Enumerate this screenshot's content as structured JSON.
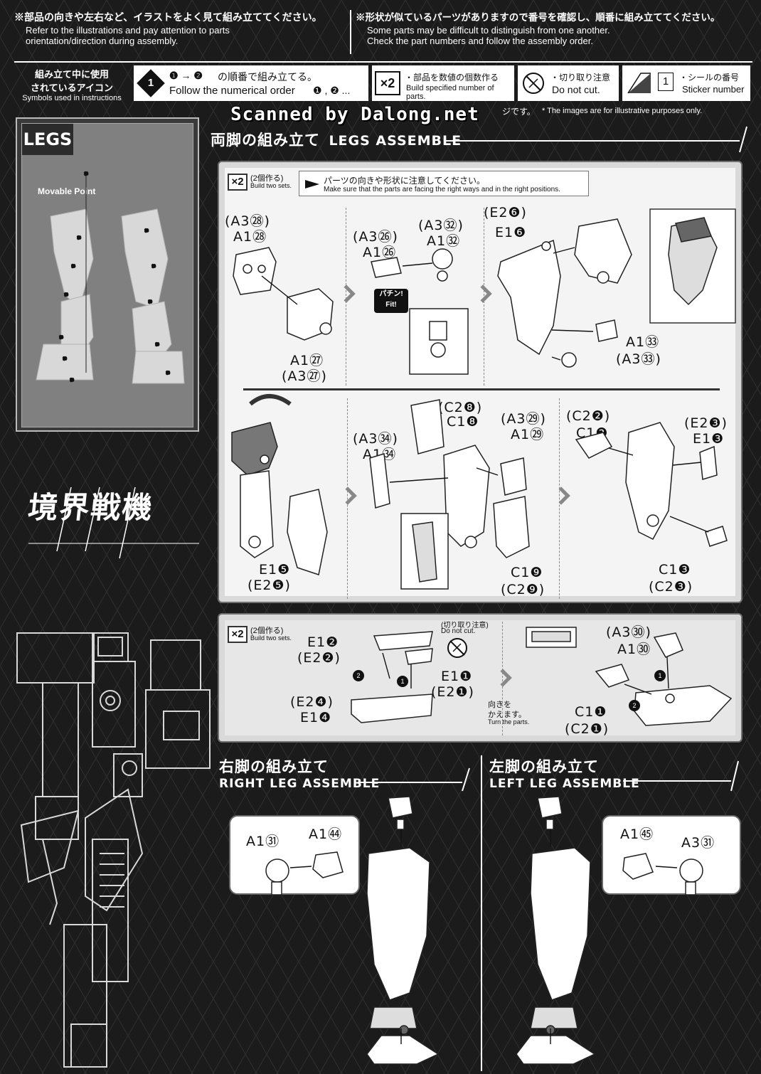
{
  "header": {
    "left_jp": "※部品の向きや左右など、イラストをよく見て組み立ててください。",
    "left_en1": "Refer to the illustrations and pay attention to parts",
    "left_en2": "orientation/direction during assembly.",
    "right_jp": "※形状が似ているパーツがありますので番号を確認し、順番に組み立ててください。",
    "right_en1": "Some parts may be difficult to distinguish from one another.",
    "right_en2": "Check the part numbers and follow the assembly order."
  },
  "symbols": {
    "label_jp1": "組み立て中に使用",
    "label_jp2": "されているアイコン",
    "label_en": "Symbols used in instructions",
    "order_num": "1",
    "order_jp": "の順番で組み立てる。",
    "order_en": "Follow the numerical order",
    "order_seq": "❶ → ❷",
    "order_tail": "❶ , ❷ ...",
    "x2": "×2",
    "x2_jp": "・部品を数値の個数作る",
    "x2_en": "Build specified number of parts.",
    "cut_jp": "・切り取り注意",
    "cut_en": "Do not cut.",
    "sticker_num": "1",
    "sticker_jp": "・シールの番号",
    "sticker_en": "Sticker number"
  },
  "scan": {
    "watermark": "Scanned by Dalong.net",
    "jp_tail": "ジです。",
    "illus_note": "* The images are for illustrative purposes only."
  },
  "legs_panel": {
    "tag": "LEGS",
    "movable": "Movable Point"
  },
  "logo_text": "境界戦機",
  "main_title": {
    "jp": "両脚の組み立て",
    "en": "LEGS ASSEMBLE"
  },
  "step1": {
    "x2": "×2",
    "build_jp": "(2個作る)",
    "build_en": "Build two sets.",
    "note_jp": "パーツの向きや形状に注意してください。",
    "note_en": "Make sure that the parts are facing the right ways and in the right positions.",
    "fit_jp": "パチン!",
    "fit_en": "Fit!",
    "labels": {
      "a3_28": "(A3㉘)",
      "a1_28": "A1㉘",
      "a1_27": "A1㉗",
      "a3_27": "(A3㉗)",
      "a3_26": "(A3㉖)",
      "a1_26": "A1㉖",
      "a3_32": "(A3㉜)",
      "a1_32": "A1㉜",
      "e2_6": "(E2❻)",
      "e1_6": "E1❻",
      "a1_33": "A1㉝",
      "a3_33": "(A3㉝)",
      "c2_8": "(C2❽)",
      "c1_8": "C1❽",
      "a3_29": "(A3㉙)",
      "a1_29": "A1㉙",
      "a3_34": "(A3㉞)",
      "a1_34": "A1㉞",
      "e1_5": "E1❺",
      "e2_5": "(E2❺)",
      "c1_9": "C1❾",
      "c2_9": "(C2❾)",
      "c2_2": "(C2❷)",
      "c1_2": "C1❷",
      "e2_3": "(E2❸)",
      "e1_3": "E1❸",
      "c1_3": "C1❸",
      "c2_3": "(C2❸)"
    }
  },
  "step2": {
    "x2": "×2",
    "build_jp": "(2個作る)",
    "build_en": "Build two sets.",
    "cut_jp": "(切り取り注意)",
    "cut_en": "Do not cut.",
    "turn_jp1": "向きを",
    "turn_jp2": "かえます。",
    "turn_en": "Turn the parts.",
    "labels": {
      "e1_2": "E1❷",
      "e2_2": "(E2❷)",
      "e2_4": "(E2❹)",
      "e1_4": "E1❹",
      "e1_1": "E1❶",
      "e2_1": "(E2❶)",
      "a3_30": "(A3㉚)",
      "a1_30": "A1㉚",
      "c1_1": "C1❶",
      "c2_1": "(C2❶)"
    }
  },
  "right_leg": {
    "jp": "右脚の組み立て",
    "en": "RIGHT LEG ASSEMBLE",
    "a1_31": "A1㉛",
    "a1_54": "A1㊹"
  },
  "left_leg": {
    "jp": "左脚の組み立て",
    "en": "LEFT LEG ASSEMBLE",
    "a1_55": "A1㊺",
    "a3_31": "A3㉛"
  }
}
